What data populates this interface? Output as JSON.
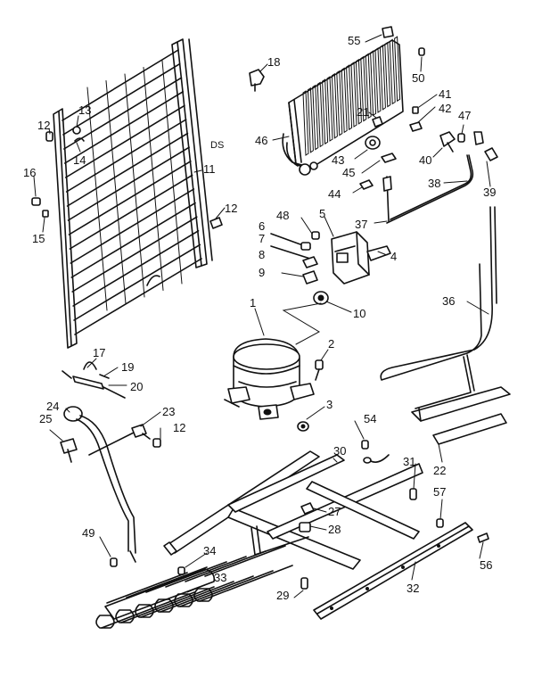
{
  "callouts": [
    "1",
    "2",
    "3",
    "4",
    "5",
    "6",
    "7",
    "8",
    "9",
    "10",
    "11",
    "12",
    "13",
    "14",
    "15",
    "16",
    "17",
    "18",
    "19",
    "20",
    "21",
    "22",
    "23",
    "24",
    "25",
    "27",
    "28",
    "29",
    "30",
    "31",
    "32",
    "33",
    "34",
    "36",
    "37",
    "38",
    "39",
    "40",
    "41",
    "42",
    "43",
    "44",
    "45",
    "46",
    "47",
    "48",
    "49",
    "50",
    "54",
    "55",
    "56",
    "57"
  ],
  "labels": {
    "ds": "DS"
  }
}
